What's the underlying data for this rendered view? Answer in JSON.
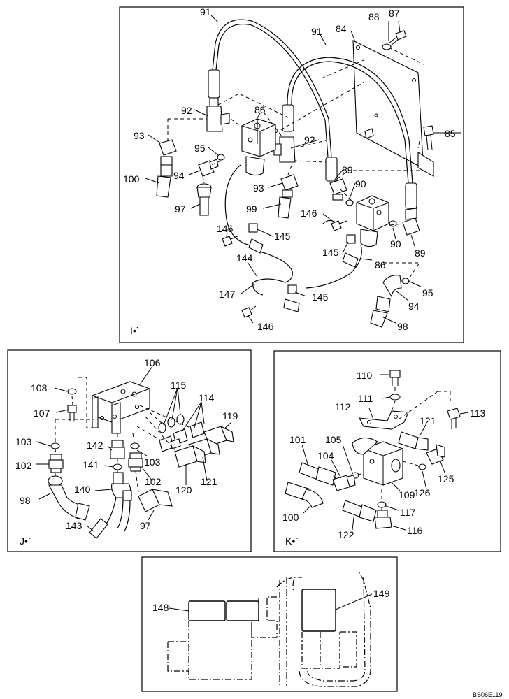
{
  "drawing_code": "BS06E119",
  "panels": {
    "I": {
      "tag": "I•`",
      "labels": [
        "91",
        "91",
        "88",
        "87",
        "84",
        "86",
        "92",
        "93",
        "95",
        "85",
        "92",
        "94",
        "100",
        "89",
        "90",
        "93",
        "97",
        "99",
        "146",
        "145",
        "90",
        "89",
        "146",
        "145",
        "86",
        "144",
        "147",
        "145",
        "95",
        "94",
        "146",
        "98"
      ]
    },
    "J": {
      "tag": "J•`",
      "labels": [
        "106",
        "108",
        "115",
        "114",
        "107",
        "119",
        "103",
        "142",
        "103",
        "102",
        "141",
        "102",
        "140",
        "98",
        "120",
        "121",
        "143",
        "97"
      ]
    },
    "K": {
      "tag": "K•`",
      "labels": [
        "110",
        "111",
        "113",
        "112",
        "121",
        "101",
        "105",
        "104",
        "125",
        "126",
        "109",
        "117",
        "100",
        "122",
        "116"
      ]
    },
    "bottom": {
      "labels": [
        "148",
        "149"
      ]
    }
  }
}
